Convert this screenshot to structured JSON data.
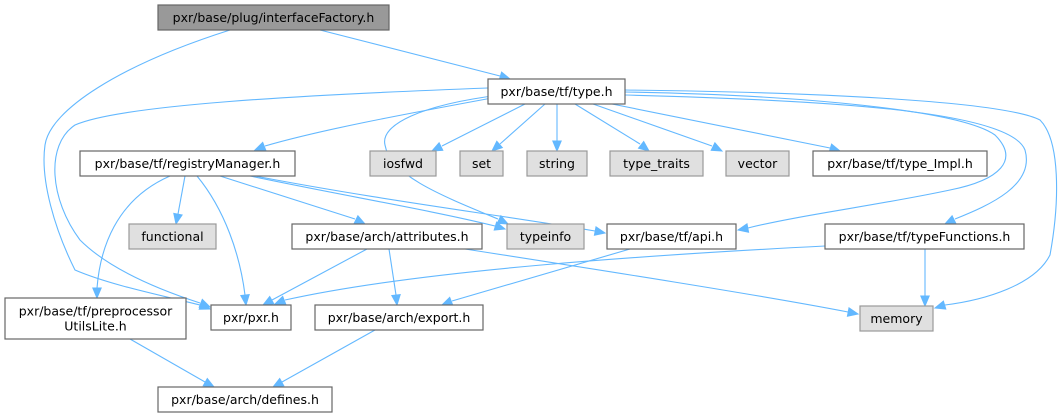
{
  "diagram": {
    "title": "pxr/base/plug/interfaceFactory.h include dependency graph",
    "colors": {
      "edge": "#63b8ff",
      "root_fill": "#999999",
      "root_border": "#666666",
      "file_fill": "#ffffff",
      "file_border": "#666666",
      "system_fill": "#e0e0e0",
      "system_border": "#999999"
    },
    "nodes": [
      {
        "id": "interfaceFactory",
        "label": [
          "pxr/base/plug/interfaceFactory.h"
        ],
        "kind": "root"
      },
      {
        "id": "type",
        "label": [
          "pxr/base/tf/type.h"
        ],
        "kind": "file"
      },
      {
        "id": "registryManager",
        "label": [
          "pxr/base/tf/registryManager.h"
        ],
        "kind": "file"
      },
      {
        "id": "iosfwd",
        "label": [
          "iosfwd"
        ],
        "kind": "system"
      },
      {
        "id": "set",
        "label": [
          "set"
        ],
        "kind": "system"
      },
      {
        "id": "string",
        "label": [
          "string"
        ],
        "kind": "system"
      },
      {
        "id": "type_traits",
        "label": [
          "type_traits"
        ],
        "kind": "system"
      },
      {
        "id": "vector",
        "label": [
          "vector"
        ],
        "kind": "system"
      },
      {
        "id": "type_Impl",
        "label": [
          "pxr/base/tf/type_Impl.h"
        ],
        "kind": "file"
      },
      {
        "id": "functional",
        "label": [
          "functional"
        ],
        "kind": "system"
      },
      {
        "id": "attributes",
        "label": [
          "pxr/base/arch/attributes.h"
        ],
        "kind": "file"
      },
      {
        "id": "typeinfo",
        "label": [
          "typeinfo"
        ],
        "kind": "system"
      },
      {
        "id": "api",
        "label": [
          "pxr/base/tf/api.h"
        ],
        "kind": "file"
      },
      {
        "id": "typeFunctions",
        "label": [
          "pxr/base/tf/typeFunctions.h"
        ],
        "kind": "file"
      },
      {
        "id": "preprocessorUtilsLite",
        "label": [
          "pxr/base/tf/preprocessor",
          "UtilsLite.h"
        ],
        "kind": "file"
      },
      {
        "id": "pxr",
        "label": [
          "pxr/pxr.h"
        ],
        "kind": "file"
      },
      {
        "id": "export",
        "label": [
          "pxr/base/arch/export.h"
        ],
        "kind": "file"
      },
      {
        "id": "memory",
        "label": [
          "memory"
        ],
        "kind": "system"
      },
      {
        "id": "defines",
        "label": [
          "pxr/base/arch/defines.h"
        ],
        "kind": "file"
      }
    ],
    "edges": [
      {
        "from": "interfaceFactory",
        "to": "pxr"
      },
      {
        "from": "interfaceFactory",
        "to": "type"
      },
      {
        "from": "type",
        "to": "pxr"
      },
      {
        "from": "type",
        "to": "registryManager"
      },
      {
        "from": "type",
        "to": "typeinfo"
      },
      {
        "from": "type",
        "to": "iosfwd"
      },
      {
        "from": "type",
        "to": "set"
      },
      {
        "from": "type",
        "to": "string"
      },
      {
        "from": "type",
        "to": "type_traits"
      },
      {
        "from": "type",
        "to": "vector"
      },
      {
        "from": "type",
        "to": "type_Impl"
      },
      {
        "from": "type",
        "to": "api"
      },
      {
        "from": "type",
        "to": "typeFunctions"
      },
      {
        "from": "type",
        "to": "memory"
      },
      {
        "from": "registryManager",
        "to": "preprocessorUtilsLite"
      },
      {
        "from": "registryManager",
        "to": "functional"
      },
      {
        "from": "registryManager",
        "to": "pxr"
      },
      {
        "from": "registryManager",
        "to": "attributes"
      },
      {
        "from": "registryManager",
        "to": "typeinfo"
      },
      {
        "from": "registryManager",
        "to": "api"
      },
      {
        "from": "attributes",
        "to": "pxr"
      },
      {
        "from": "attributes",
        "to": "export"
      },
      {
        "from": "attributes",
        "to": "memory"
      },
      {
        "from": "api",
        "to": "export"
      },
      {
        "from": "typeFunctions",
        "to": "pxr"
      },
      {
        "from": "typeFunctions",
        "to": "memory"
      },
      {
        "from": "preprocessorUtilsLite",
        "to": "defines"
      },
      {
        "from": "export",
        "to": "defines"
      }
    ]
  }
}
